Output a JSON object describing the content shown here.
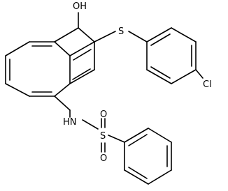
{
  "structure": {
    "labels": {
      "hydroxyl": "OH",
      "sulfur": "S",
      "chlorine": "Cl",
      "amine": "HN",
      "sulfonyl_s": "S",
      "oxygen_upper": "O",
      "oxygen_lower": "O"
    },
    "colors": {
      "bond": "#000000",
      "label": "#000000",
      "background": "#ffffff"
    }
  }
}
